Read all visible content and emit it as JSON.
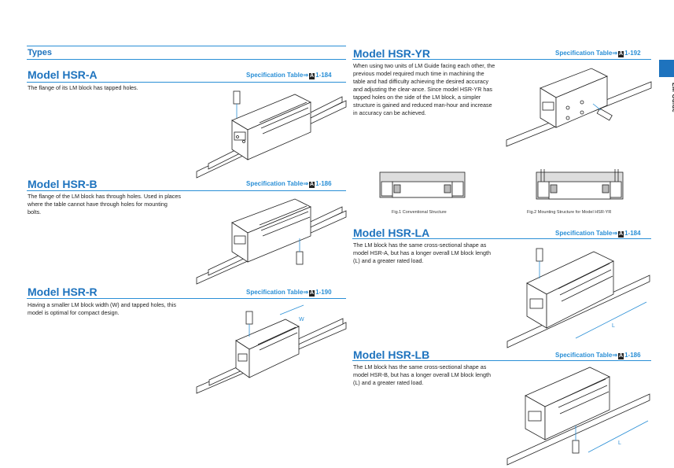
{
  "types_heading": "Types",
  "side_tab": {
    "label": "LM Guide",
    "color": "#1e73be"
  },
  "accent_color": "#2a8fd6",
  "spec_prefix": "Specification Table⇒",
  "spec_mark": "A",
  "models": {
    "hsr_a": {
      "title": "Model HSR-A",
      "spec_page": "1-184",
      "desc": "The flange of its LM block has tapped holes."
    },
    "hsr_b": {
      "title": "Model HSR-B",
      "spec_page": "1-186",
      "desc": "The flange of the LM block has through holes. Used in places where the table cannot have through holes for mounting bolts."
    },
    "hsr_r": {
      "title": "Model HSR-R",
      "spec_page": "1-190",
      "desc": "Having a smaller LM block width (W) and tapped holes, this model is optimal for compact design."
    },
    "hsr_yr": {
      "title": "Model HSR-YR",
      "spec_page": "1-192",
      "desc": "When using two units of LM Guide facing each other, the previous model required much time in machining the table and had difficulty achieving the desired accuracy and adjusting the clear-ance. Since model HSR-YR has tapped holes on the side of the LM block, a simpler structure is gained and reduced man-hour and increase in accuracy can be achieved."
    },
    "hsr_la": {
      "title": "Model HSR-LA",
      "spec_page": "1-184",
      "desc": "The LM block has the same cross-sectional shape as model HSR-A, but has a longer overall LM block length (L) and a greater rated load."
    },
    "hsr_lb": {
      "title": "Model HSR-LB",
      "spec_page": "1-186",
      "desc": "The LM block has the same cross-sectional shape as model HSR-B, but has a longer overall LM block length (L) and a greater rated load."
    }
  },
  "figures": {
    "fig1_caption": "Fig.1 Conventional Structure",
    "fig2_caption": "Fig.2 Mounting Structure for Model HSR-YR",
    "width_label": "W",
    "length_label": "L"
  }
}
